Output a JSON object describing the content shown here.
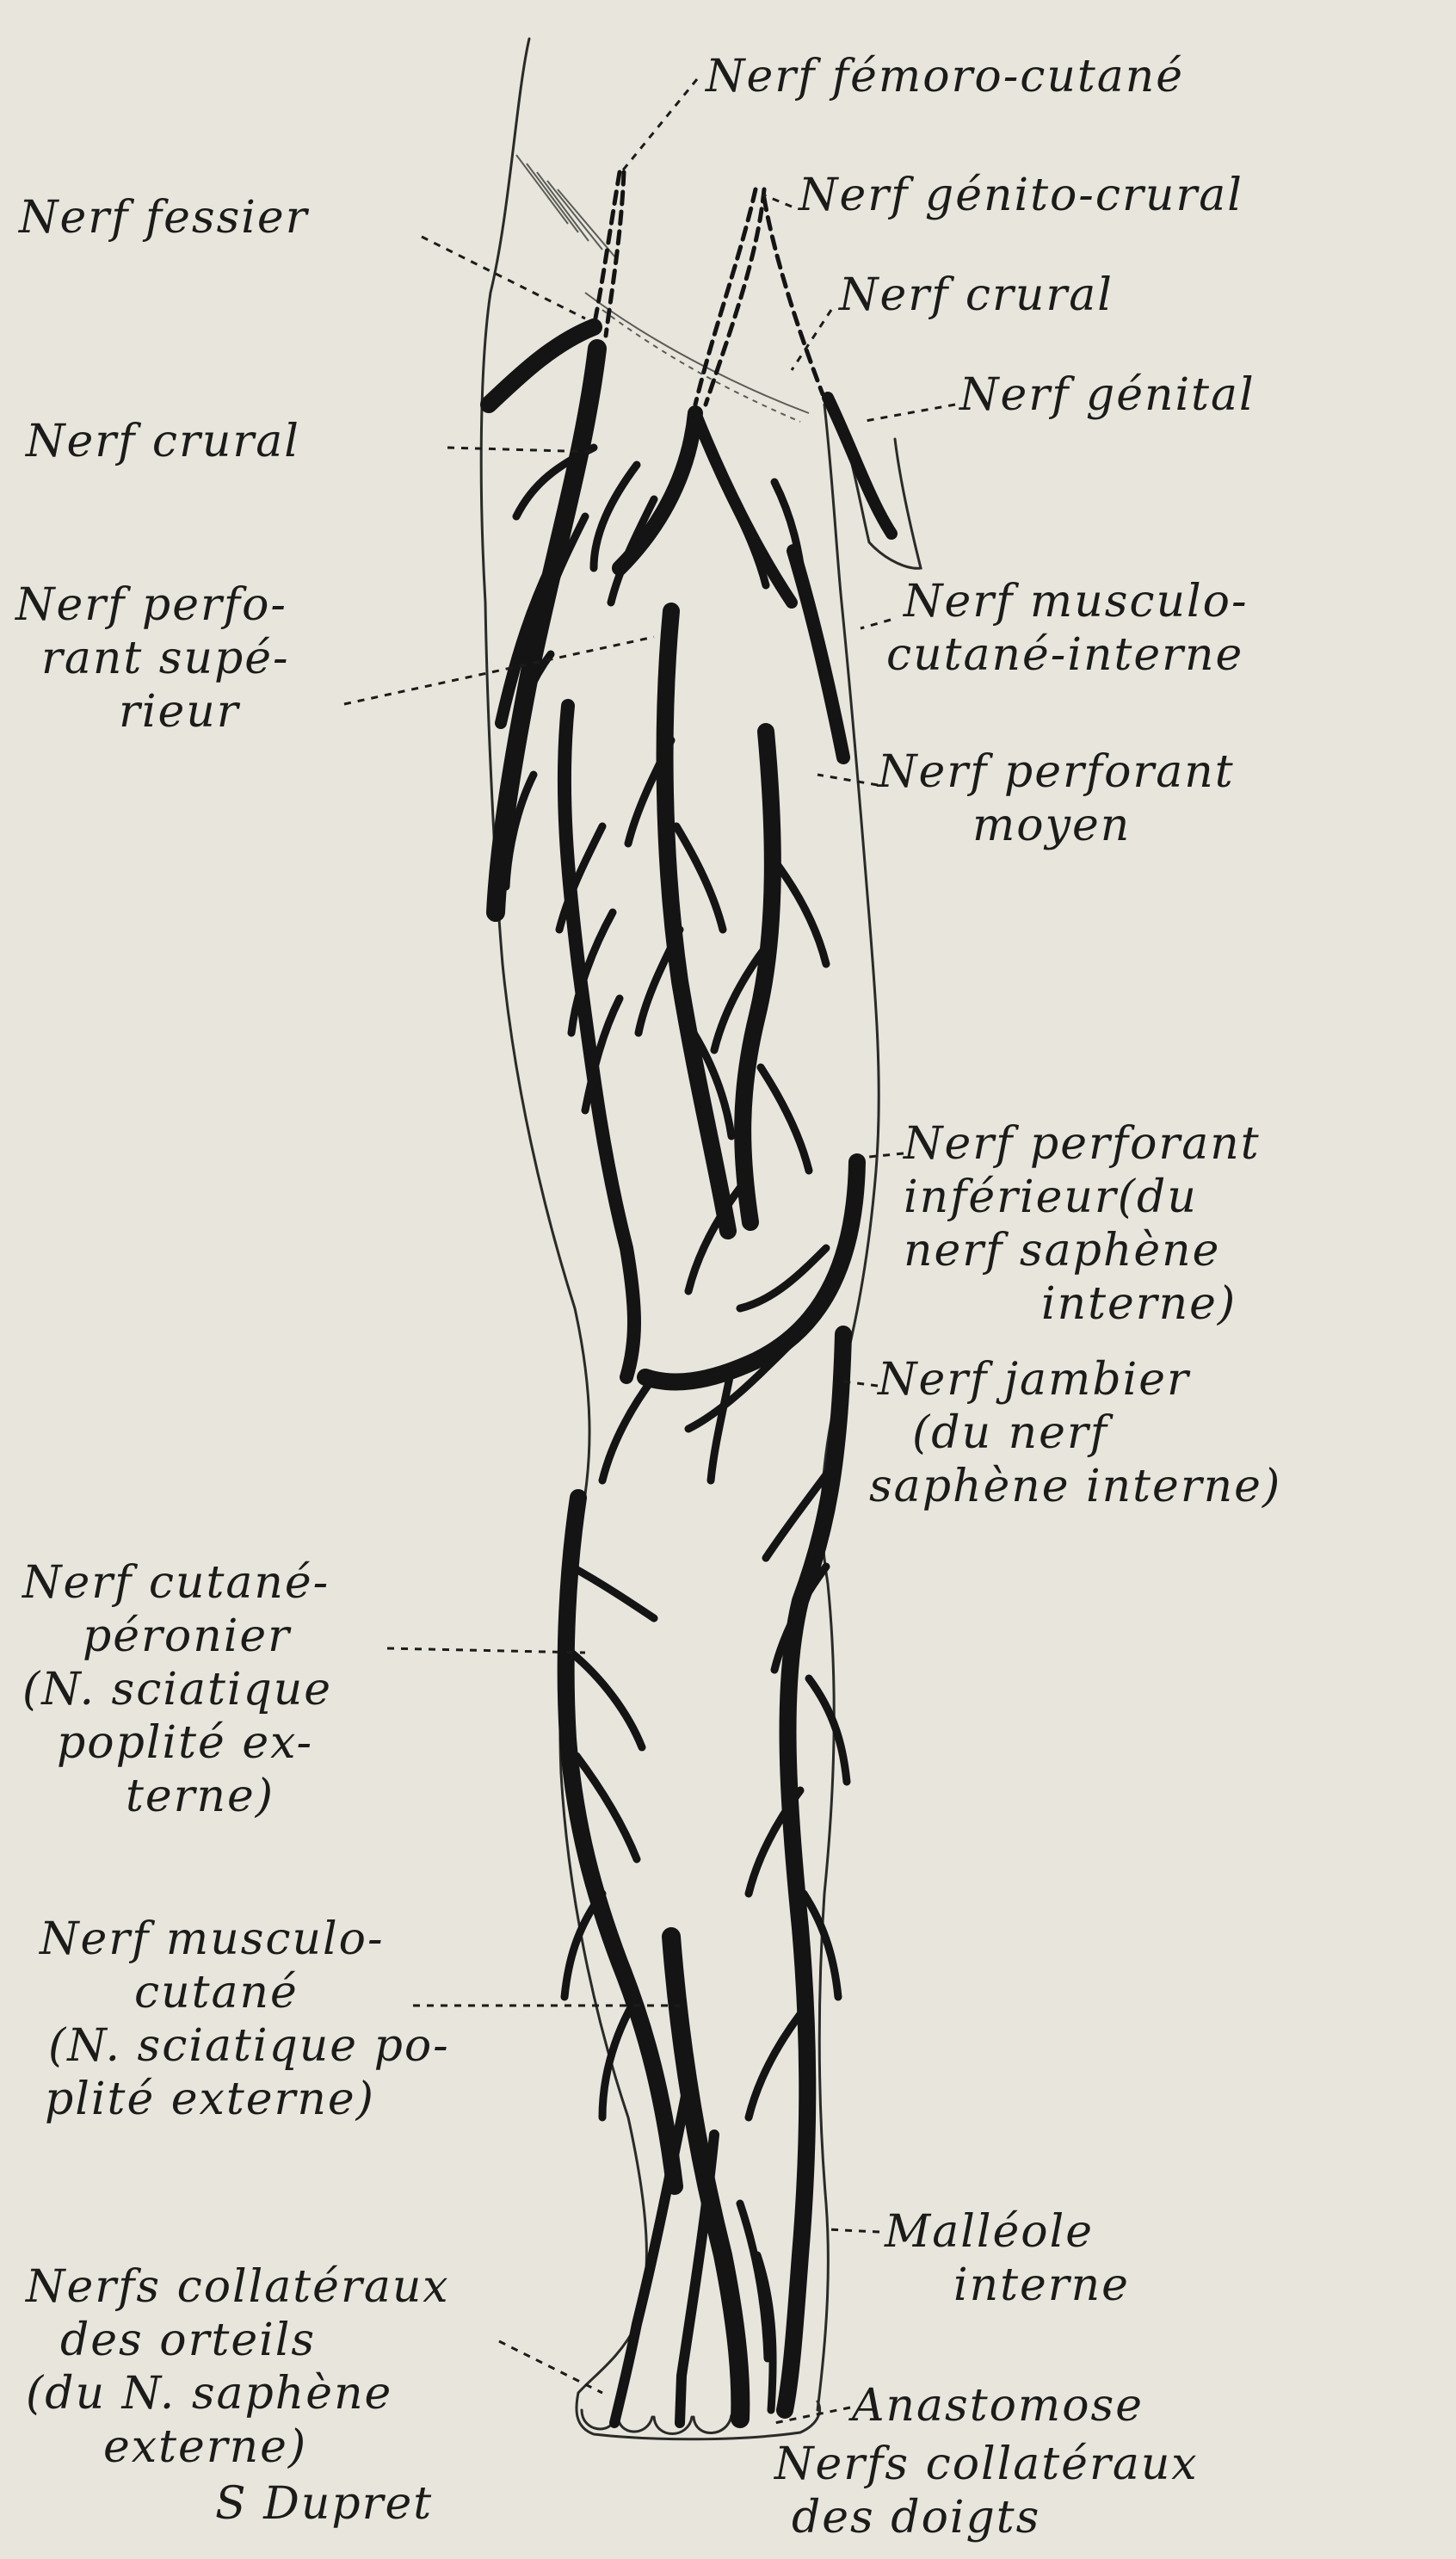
{
  "colors": {
    "paper": "#e7e5dc",
    "ink": "#141414"
  },
  "labels": {
    "femoro_cutane": "Nerf fémoro-cutané",
    "genito_crural": "Nerf génito-crural",
    "fessier": "Nerf fessier",
    "crural_right": "Nerf crural",
    "genital": "Nerf génital",
    "crural_left": "Nerf crural",
    "perforant_superieur": [
      "Nerf perfo-",
      "rant supé-",
      "rieur"
    ],
    "musculo_cutane_interne": [
      "Nerf musculo-",
      "cutané-interne"
    ],
    "perforant_moyen": [
      "Nerf perforant",
      "moyen"
    ],
    "perforant_inferieur": [
      "Nerf perforant",
      "inférieur(du",
      "nerf saphène",
      "interne)"
    ],
    "jambier": [
      "Nerf jambier",
      "(du nerf",
      "saphène interne)"
    ],
    "cutane_peronier": [
      "Nerf cutané-",
      "péronier",
      "(N. sciatique",
      "poplité ex-",
      "terne)"
    ],
    "musculo_cutane": [
      "Nerf musculo-",
      "cutané",
      "(N. sciatique po-",
      "plité externe)"
    ],
    "malleole": [
      "Malléole",
      "interne"
    ],
    "collateraux_orteils": [
      "Nerfs collatéraux",
      "des orteils",
      "(du N. saphène",
      "externe)"
    ],
    "anastomose": "Anastomose",
    "collateraux_doigts": [
      "Nerfs collatéraux",
      "des doigts"
    ],
    "signature": "S Dupret"
  }
}
